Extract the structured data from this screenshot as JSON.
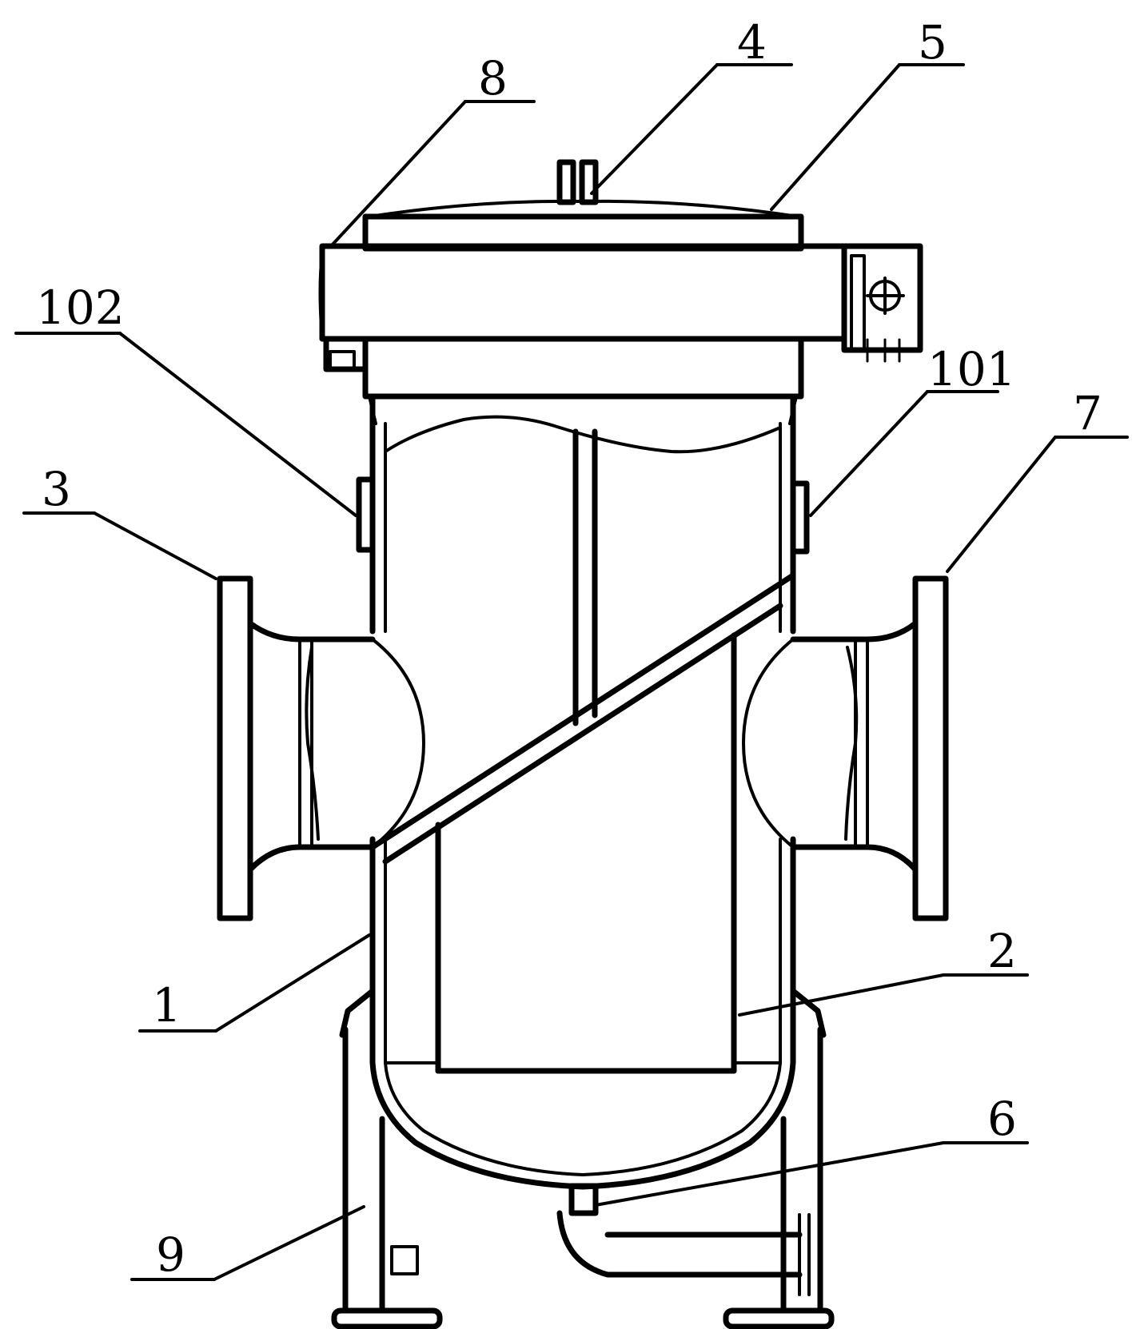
{
  "labels": {
    "l1": "1",
    "l2": "2",
    "l3": "3",
    "l4": "4",
    "l5": "5",
    "l6": "6",
    "l7": "7",
    "l8": "8",
    "l9": "9",
    "l101": "101",
    "l102": "102"
  },
  "colors": {
    "line": "#000000",
    "background": "#ffffff"
  }
}
